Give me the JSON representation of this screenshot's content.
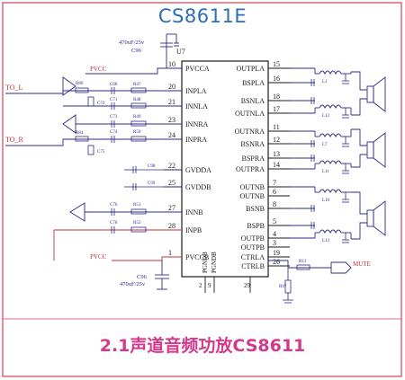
{
  "title": "CS8611E",
  "caption": "2.1声道音频功放CS8611",
  "colors": {
    "wire": "#2b2b8a",
    "ic": "#1a1a1a",
    "title": "#2c6db5",
    "caption": "#d33a8c",
    "border": "#d2415f",
    "net": "#c0303a"
  },
  "ic": {
    "ref": "U7",
    "left_pins": [
      {
        "num": "10",
        "name": "PVCCA"
      },
      {
        "num": "20",
        "name": "INPLA"
      },
      {
        "num": "21",
        "name": "INNLA"
      },
      {
        "num": "23",
        "name": "INNRA"
      },
      {
        "num": "24",
        "name": "INPRA"
      },
      {
        "num": "22",
        "name": "GVDDA"
      },
      {
        "num": "25",
        "name": "GVDDB"
      },
      {
        "num": "27",
        "name": "INNB"
      },
      {
        "num": "28",
        "name": "INPB"
      },
      {
        "num": "1",
        "name": "PVCCB"
      }
    ],
    "right_pins": [
      {
        "num": "15",
        "name": "OUTPLA"
      },
      {
        "num": "16",
        "name": "BSPLA"
      },
      {
        "num": "18",
        "name": "BSNLA"
      },
      {
        "num": "17",
        "name": "OUTNLA"
      },
      {
        "num": "11",
        "name": "OUTNRA"
      },
      {
        "num": "12",
        "name": "BSNRA"
      },
      {
        "num": "13",
        "name": "BSPRA"
      },
      {
        "num": "14",
        "name": "OUTPRA"
      },
      {
        "num": "7",
        "name": "OUTNB"
      },
      {
        "num": "6",
        "name": "OUTNB"
      },
      {
        "num": "8",
        "name": "BSNB"
      },
      {
        "num": "5",
        "name": "BSPB"
      },
      {
        "num": "4",
        "name": "OUTPB"
      },
      {
        "num": "3",
        "name": "OUTPB"
      },
      {
        "num": "19",
        "name": "CTRLA"
      },
      {
        "num": "26",
        "name": "CTRLB"
      }
    ],
    "bottom_pins": [
      {
        "num": "2",
        "name": "PGNDB"
      },
      {
        "num": "9",
        "name": "PGNDB"
      },
      {
        "num": "29",
        "name": ""
      }
    ]
  },
  "nets": {
    "to_l": "TO_L",
    "to_r": "TO_R",
    "pvcc_top": "PVCC",
    "pvcc_bottom": "PVCC",
    "mute": "MUTE"
  },
  "top_cap": {
    "label": "470uF/25v",
    "ref": "C96"
  },
  "bottom_cap": {
    "label": "470uF/25v",
    "ref": "C96"
  },
  "components": {
    "c_in_l1": "C68",
    "r_in_l1": "R47",
    "c_in_l2": "C71",
    "r_in_l2": "R48",
    "c_in_r1": "C73",
    "r_in_r1": "R49",
    "c_in_r2": "C74",
    "r_in_r2": "R50",
    "c_gv1": "C98",
    "c_gv2": "C99",
    "c_b1": "C76",
    "r_b1": "R51",
    "c_b2": "C78",
    "r_b2": "R52",
    "r_l_div": "R80",
    "r_r_div": "R84",
    "c_l_div": "C72",
    "c_r_div": "C75",
    "l1": "L1",
    "l2": "L12",
    "l3": "L7",
    "l4": "L11",
    "l5": "L10",
    "l6": "L13",
    "r_mute": "R13",
    "r_pd": "R97"
  }
}
